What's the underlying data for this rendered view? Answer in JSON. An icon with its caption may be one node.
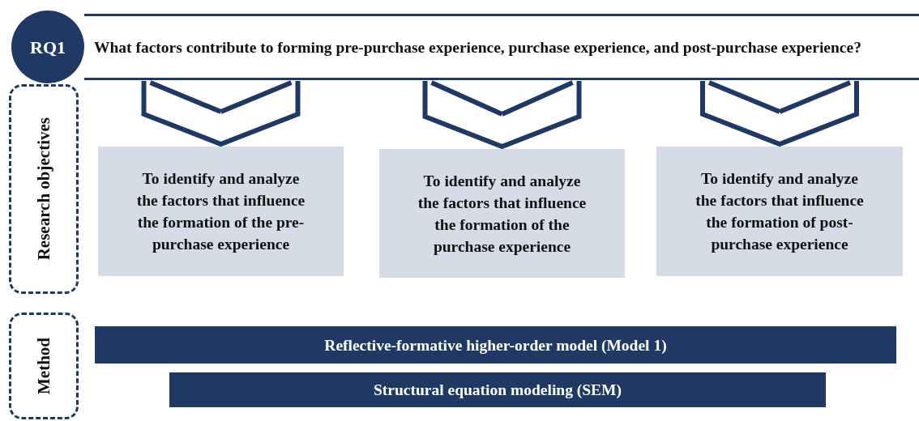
{
  "diagram": {
    "nodes": [
      {
        "text": [
          "RQ1"
        ]
      },
      {
        "text": [
          "What factors contribute to forming pre-purchase experience, purchase experience, and post-purchase experience?"
        ]
      },
      {
        "text": [
          "Research objectives"
        ]
      },
      {
        "text": [
          "To identify and analyze the factors that influence the formation of the pre-purchase experience"
        ]
      },
      {
        "text": [
          "To identify and analyze the factors that influence the formation of the purchase experience"
        ]
      },
      {
        "text": [
          "To identify and analyze the factors that influence the formation of post-purchase experience"
        ]
      },
      {
        "text": [
          "Method"
        ]
      },
      {
        "text": [
          "Reflective-formative higher-order model (Model 1)"
        ]
      },
      {
        "text": [
          "Structural equation modeling (SEM)"
        ]
      }
    ],
    "edges": [
      {
        "from": 1,
        "to": 3,
        "arrow": "to"
      },
      {
        "from": 1,
        "to": 4,
        "arrow": "to"
      },
      {
        "from": 1,
        "to": 5,
        "arrow": "to"
      }
    ]
  }
}
